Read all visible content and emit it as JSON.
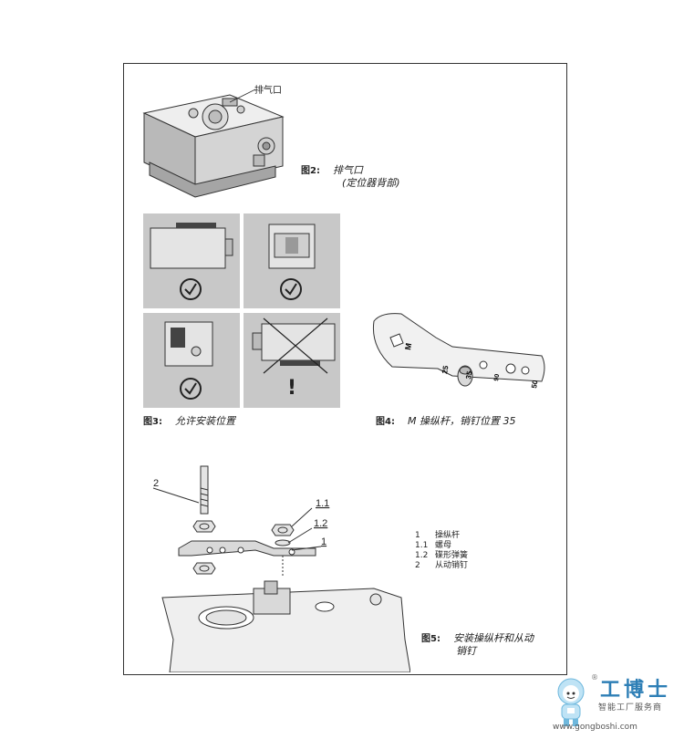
{
  "fig2": {
    "callout": "排气口",
    "number": "图2:",
    "caption_line1": "排气口",
    "caption_line2": "(定位器背部)"
  },
  "fig3": {
    "number": "图3:",
    "caption": "允许安装位置",
    "warning_mark": "!"
  },
  "fig4": {
    "number": "图4:",
    "caption": "M 操纵杆，销钉位置 35",
    "lever_marks": [
      "M",
      "25",
      "35",
      "50",
      "90"
    ]
  },
  "fig5": {
    "number": "图5:",
    "caption_line1": "安装操纵杆和从动",
    "caption_line2": "销钉",
    "callouts": [
      "2",
      "1.1",
      "1.2",
      "1"
    ],
    "legend": [
      {
        "key": "1",
        "label": "操纵杆"
      },
      {
        "key": "1.1",
        "label": "螺母"
      },
      {
        "key": "1.2",
        "label": "碟形弹簧"
      },
      {
        "key": "2",
        "label": "从动销钉"
      }
    ]
  },
  "watermark": {
    "brand": "工博士",
    "slogan": "智能工厂服务商",
    "url": "www.gongboshi.com",
    "reg": "®"
  }
}
